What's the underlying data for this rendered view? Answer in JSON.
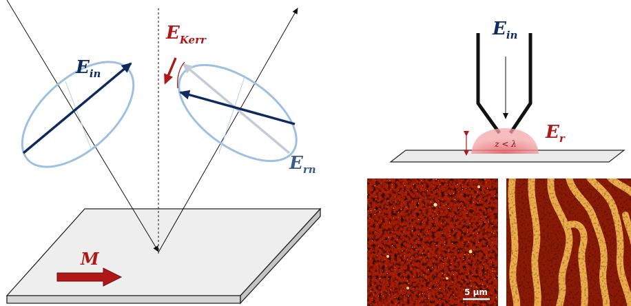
{
  "labels": {
    "e_in_left": {
      "main": "E",
      "sub": "in"
    },
    "e_kerr": {
      "main": "E",
      "sub": "Kerr"
    },
    "e_rn": {
      "main": "E",
      "sub": "rn"
    },
    "magnetization": "M",
    "e_in_probe": {
      "main": "E",
      "sub": "in"
    },
    "e_r": {
      "main": "E",
      "sub": "r"
    },
    "z_condition": "z < λ",
    "scale_bar": "5 μm"
  },
  "colors": {
    "navy": "#0e2a5e",
    "ellipse": "#9dc0e2",
    "red": "#b01818",
    "rn_label": "#3a5a8a",
    "plate_top": "#eeeeee"
  },
  "icons": [
    "incident-arrow",
    "reflected-arrow",
    "magnetization-arrow",
    "near-field-tip"
  ]
}
